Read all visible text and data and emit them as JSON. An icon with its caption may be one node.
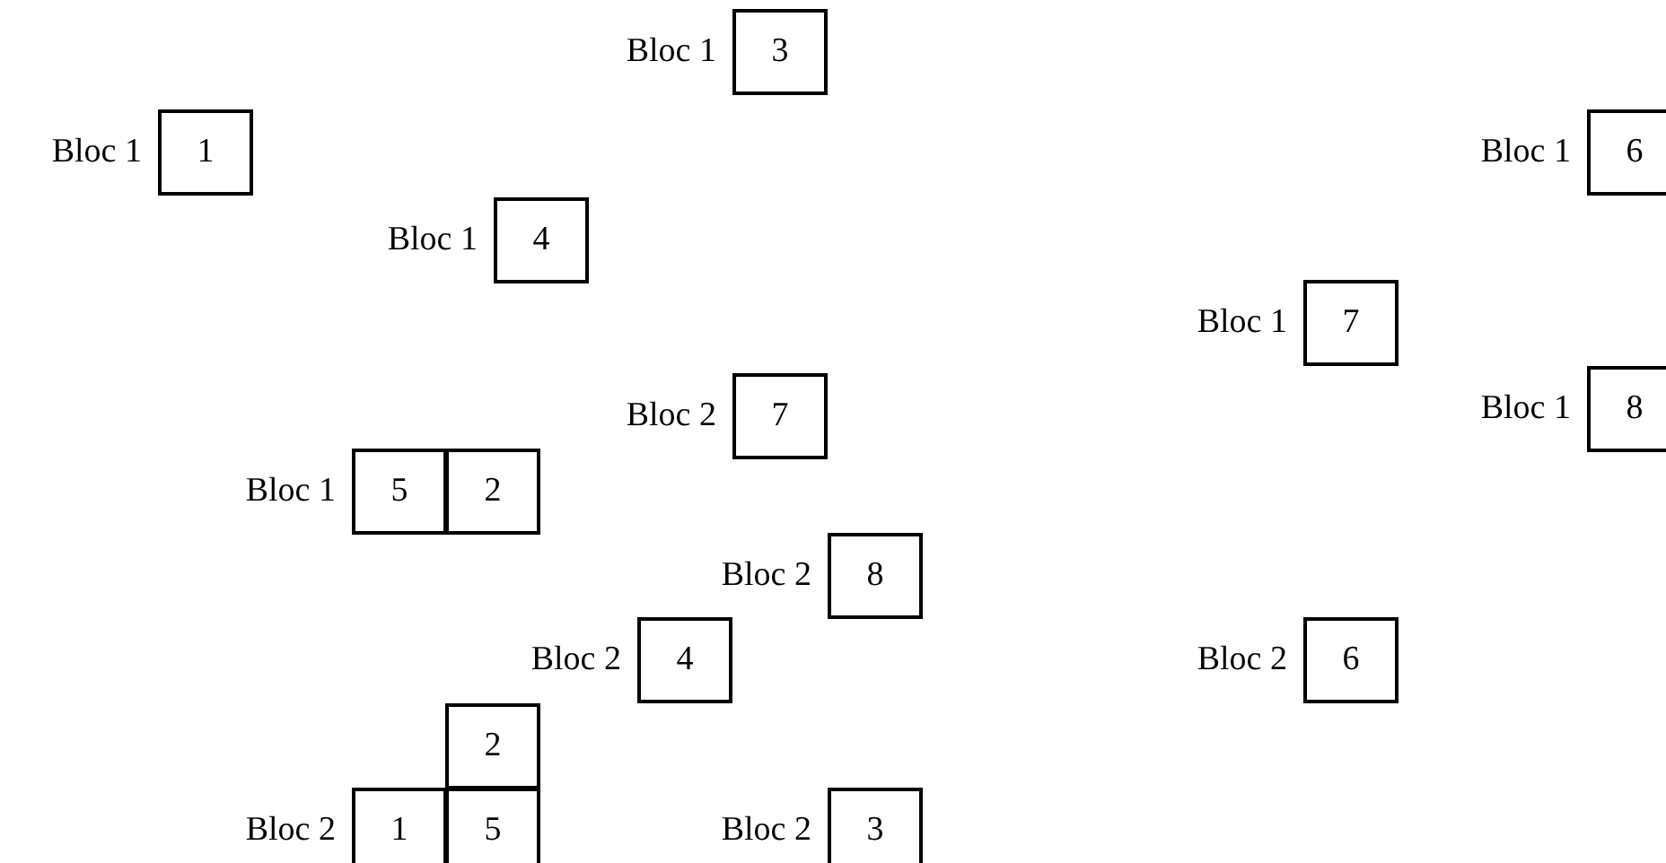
{
  "diagram": {
    "nodes": [
      {
        "text": [
          "3"
        ],
        "beside": [
          "Bloc 1"
        ]
      },
      {
        "text": [
          "1"
        ],
        "beside": [
          "Bloc 1"
        ]
      },
      {
        "text": [
          "6"
        ],
        "beside": [
          "Bloc 1"
        ]
      },
      {
        "text": [
          "4"
        ],
        "beside": [
          "Bloc 1"
        ]
      },
      {
        "text": [
          "7"
        ],
        "beside": [
          "Bloc 1"
        ]
      },
      {
        "text": [
          "7"
        ],
        "beside": [
          "Bloc 2"
        ]
      },
      {
        "text": [
          "8"
        ],
        "beside": [
          "Bloc 1"
        ]
      },
      {
        "text": [
          "5"
        ],
        "beside": [
          "Bloc 1"
        ]
      },
      {
        "text": [
          "2"
        ]
      },
      {
        "text": [
          "8"
        ],
        "beside": [
          "Bloc 2"
        ]
      },
      {
        "text": [
          "4"
        ],
        "beside": [
          "Bloc 2"
        ]
      },
      {
        "text": [
          "6"
        ],
        "beside": [
          "Bloc 2"
        ]
      },
      {
        "text": [
          "2"
        ]
      },
      {
        "text": [
          "1"
        ],
        "beside": [
          "Bloc 2"
        ]
      },
      {
        "text": [
          "5"
        ]
      },
      {
        "text": [
          "3"
        ],
        "beside": [
          "Bloc 2"
        ]
      }
    ]
  }
}
